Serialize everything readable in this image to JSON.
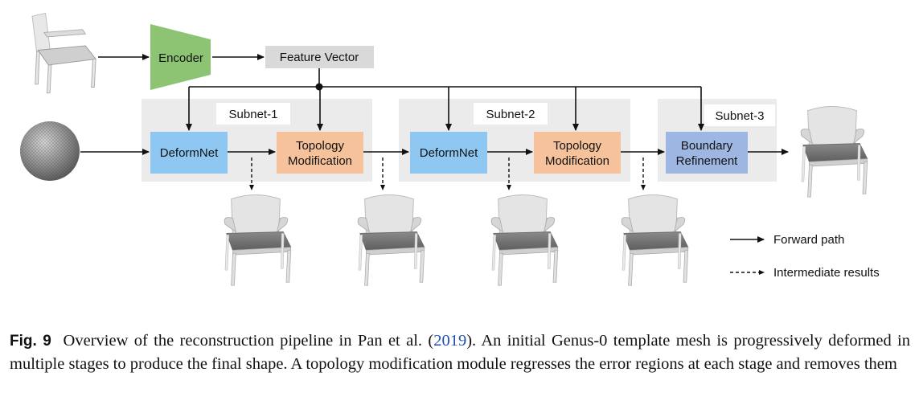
{
  "diagram": {
    "encoder_label": "Encoder",
    "feature_vector_label": "Feature Vector",
    "subnet1_label": "Subnet-1",
    "subnet2_label": "Subnet-2",
    "subnet3_label": "Subnet-3",
    "deformnet_label": "DeformNet",
    "topology_line1": "Topology",
    "topology_line2": "Modification",
    "boundary_line1": "Boundary",
    "boundary_line2": "Refinement",
    "legend": {
      "forward": "Forward path",
      "intermediate": "Intermediate results"
    },
    "colors": {
      "encoder": "#8cc474",
      "feature_vector": "#d9d9d9",
      "deformnet": "#8ec8f2",
      "topology": "#f6c29b",
      "boundary": "#9db7e2",
      "subnet_panel": "#ebebeb"
    }
  },
  "caption": {
    "label": "Fig. 9",
    "before_year": "Overview of the reconstruction pipeline in Pan et al. (",
    "year": "2019",
    "after_year": "). An initial Genus-0 template mesh is progressively deformed in multiple stages to produce the final shape. A topology modification module regresses the error regions at each stage and removes them"
  }
}
